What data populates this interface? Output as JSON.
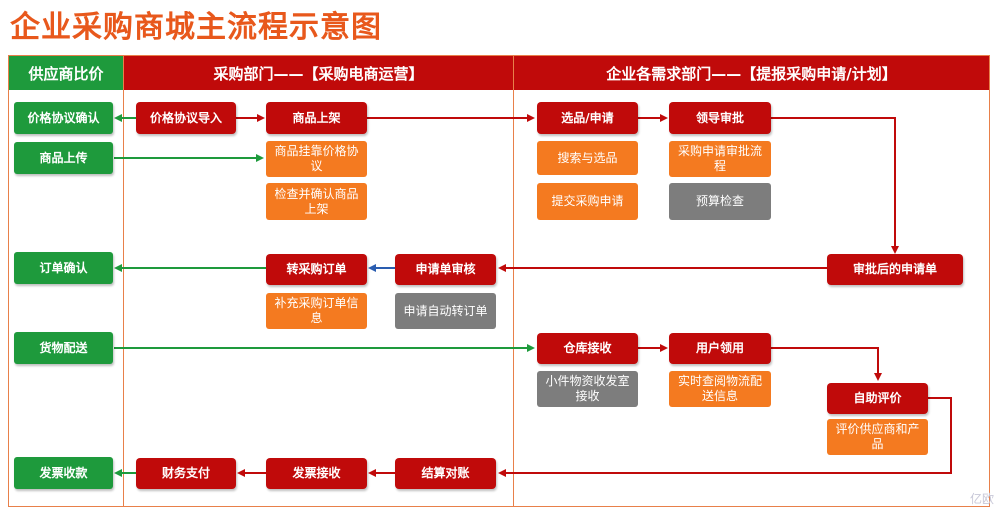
{
  "title": "企业采购商城主流程示意图",
  "lanes": {
    "supplier": "供应商比价",
    "procurement": "采购部门——【采购电商运营】",
    "demand": "企业各需求部门——【提报采购申请/计划】"
  },
  "nodes": {
    "price_confirm": "价格协议确认",
    "goods_upload": "商品上传",
    "order_confirm": "订单确认",
    "goods_delivery": "货物配送",
    "invoice_receive": "发票收款",
    "price_import": "价格协议导入",
    "goods_listing": "商品上架",
    "goods_link_price": "商品挂靠价格协议",
    "check_confirm_listing": "检查并确认商品上架",
    "convert_po": "转采购订单",
    "supplement_po": "补充采购订单信息",
    "request_review": "申请单审核",
    "auto_convert": "申请自动转订单",
    "finance_pay": "财务支付",
    "invoice_accept": "发票接收",
    "settlement": "结算对账",
    "select_request": "选品/申请",
    "search_select": "搜索与选品",
    "submit_request": "提交采购申请",
    "leader_approval": "领导审批",
    "request_flow": "采购申请审批流程",
    "budget_check": "预算检查",
    "approved_request": "审批后的申请单",
    "warehouse_receive": "仓库接收",
    "small_items": "小件物资收发室接收",
    "user_pickup": "用户领用",
    "tracking": "实时查阅物流配送信息",
    "self_eval": "自助评价",
    "eval_supplier": "评价供应商和产品"
  },
  "watermark": "亿欧",
  "colors": {
    "title": "#e8581c",
    "red": "#c00a0a",
    "green": "#1e9a3c",
    "orange": "#f47a20",
    "gray": "#7d7d7d",
    "blue_arrow": "#2a5db0"
  }
}
